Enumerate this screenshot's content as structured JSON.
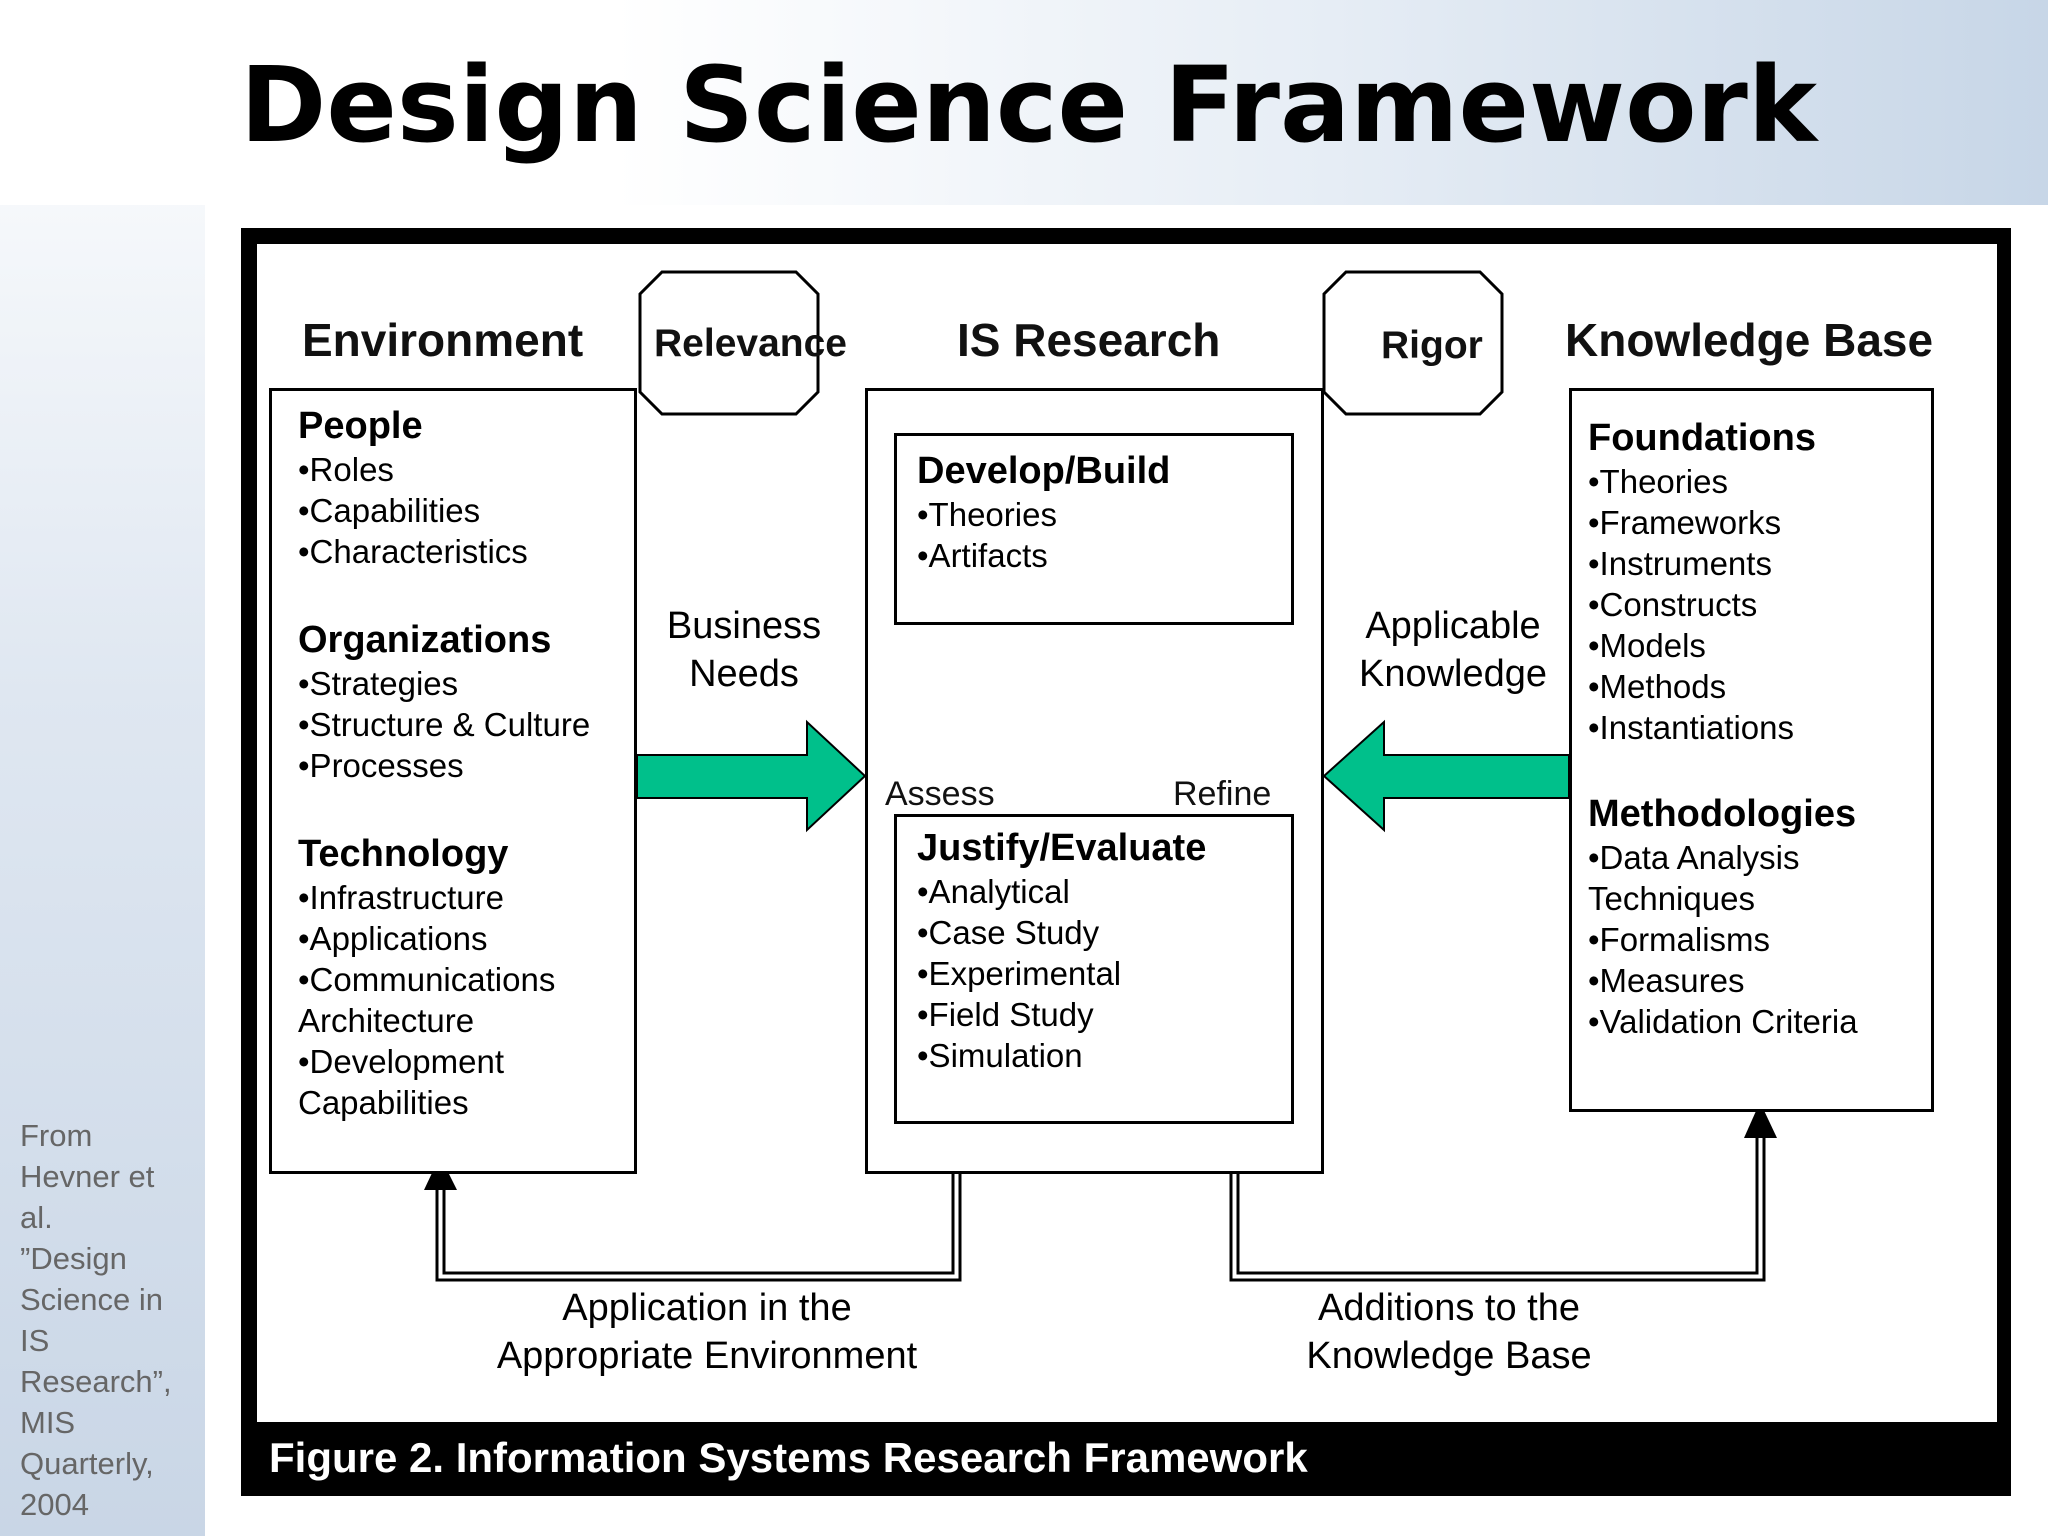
{
  "slide": {
    "title": "Design Science Framework",
    "citation": "From\nHevner et\nal.\n”Design\nScience in\nIS\nResearch”,\nMIS\nQuarterly,\n2004"
  },
  "figure": {
    "caption": "Figure 2.  Information Systems Research Framework",
    "headers": {
      "environment": "Environment",
      "relevance": "Relevance",
      "is_research": "IS Research",
      "rigor": "Rigor",
      "knowledge_base": "Knowledge Base"
    },
    "environment": {
      "people": {
        "title": "People",
        "items": [
          "•Roles",
          "•Capabilities",
          "•Characteristics"
        ]
      },
      "organizations": {
        "title": "Organizations",
        "items": [
          "•Strategies",
          "•Structure & Culture",
          "•Processes"
        ]
      },
      "technology": {
        "title": "Technology",
        "items": [
          "•Infrastructure",
          "•Applications",
          "•Communications",
          "Architecture",
          "•Development",
          "Capabilities"
        ]
      }
    },
    "research": {
      "develop": {
        "title": "Develop/Build",
        "items": [
          "•Theories",
          "•Artifacts"
        ]
      },
      "justify": {
        "title": "Justify/Evaluate",
        "items": [
          "•Analytical",
          "•Case Study",
          "•Experimental",
          "•Field Study",
          "•Simulation"
        ]
      },
      "assess": "Assess",
      "refine": "Refine"
    },
    "knowledge": {
      "foundations": {
        "title": "Foundations",
        "items": [
          "•Theories",
          "•Frameworks",
          "•Instruments",
          "•Constructs",
          "•Models",
          "•Methods",
          "•Instantiations"
        ]
      },
      "methodologies": {
        "title": "Methodologies",
        "items": [
          "•Data Analysis",
          "Techniques",
          "•Formalisms",
          "•Measures",
          "•Validation Criteria"
        ]
      }
    },
    "flows": {
      "business_needs": [
        "Business",
        "Needs"
      ],
      "applicable_knowledge": [
        "Applicable",
        "Knowledge"
      ],
      "application": [
        "Application in the",
        "Appropriate Environment"
      ],
      "additions": [
        "Additions to the",
        "Knowledge Base"
      ]
    },
    "colors": {
      "arrow_fill": "#00c08b",
      "frame": "#000000"
    }
  }
}
